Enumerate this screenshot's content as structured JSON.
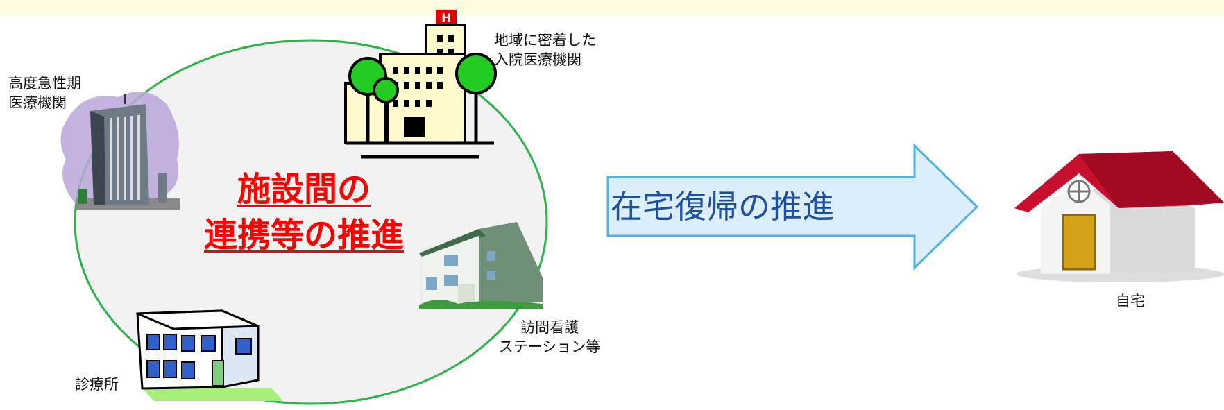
{
  "labels": {
    "advanced_acute": "高度急性期\n医療機関",
    "community_hospital": "地域に密着した\n入院医療機関",
    "visiting_nursing": "訪問看護\nステーション等",
    "clinic": "診療所",
    "home": "自宅"
  },
  "center": {
    "line1": "施設間の",
    "line2": "連携等の推進"
  },
  "arrow": {
    "text": "在宅復帰の推進"
  },
  "colors": {
    "ellipse_stroke": "#2db24a",
    "ellipse_fill": "#f2f2f2",
    "center_text": "#ff0000",
    "arrow_fill": "#dceef9",
    "arrow_stroke": "#4db3e6",
    "arrow_text": "#1f4fa0",
    "roof": "#c8102e"
  }
}
